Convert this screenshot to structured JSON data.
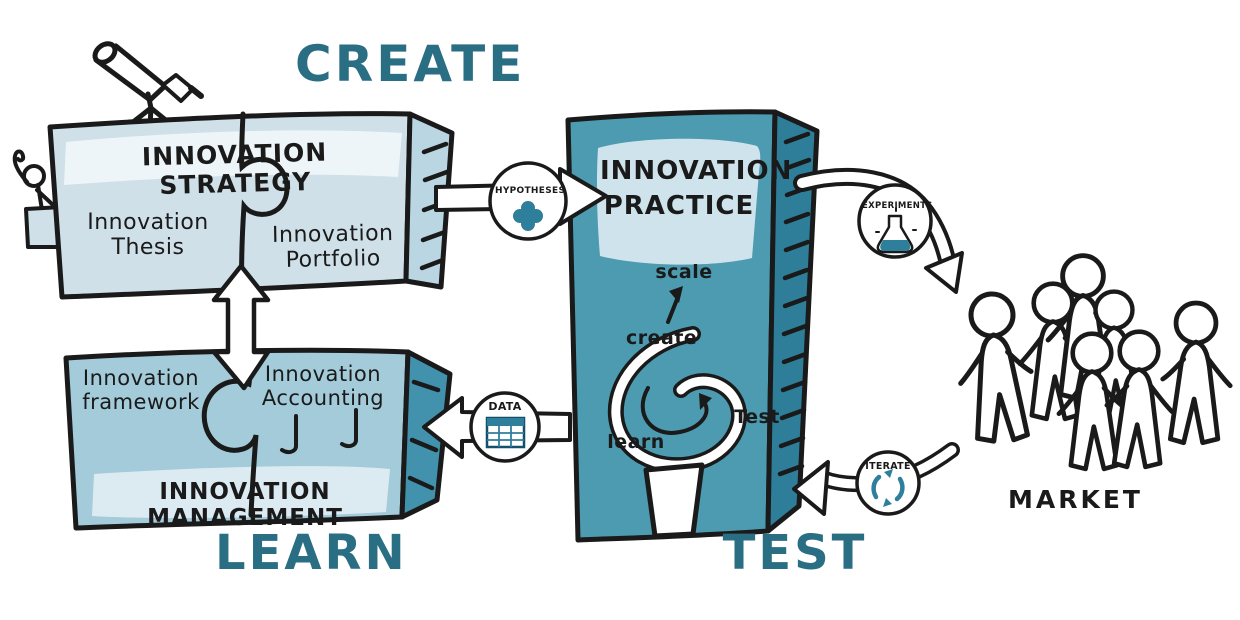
{
  "stages": {
    "create": "CREATE",
    "learn": "LEARN",
    "test": "TEST"
  },
  "strategy_box": {
    "title": "INNOVATION STRATEGY",
    "items": [
      "Innovation Thesis",
      "Innovation Portfolio"
    ]
  },
  "management_box": {
    "title": "INNOVATION MANAGEMENT",
    "items": [
      "Innovation framework",
      "Innovation Accounting"
    ]
  },
  "practice_box": {
    "title": "INNOVATION PRACTICE",
    "loop": {
      "top": "scale",
      "left": "create",
      "right": "Test",
      "bottom": "learn"
    }
  },
  "flows": {
    "hypotheses": "HYPOTHESES",
    "experiments": "EXPERIMENTS",
    "iterate": "ITERATE",
    "data": "DATA"
  },
  "market": {
    "label": "MARKET"
  },
  "icons": {
    "strategy": "telescope-icon",
    "hypotheses": "puzzle-blob-icon",
    "experiments": "flask-icon",
    "iterate": "cycle-arrows-icon",
    "data": "spreadsheet-icon",
    "market": "crowd-icon",
    "strategy_link": "puzzle-piece-joint",
    "management_link": "puzzle-piece-joint"
  },
  "colors": {
    "accent_teal": "#2a6e84",
    "strategy_face": "#cfe0e9",
    "strategy_edge": "#b9d6e2",
    "management_face": "#a3cbd9",
    "management_edge": "#4292ae",
    "practice_face": "#4d9bb1",
    "practice_edge": "#2e7e9a",
    "icon_teal": "#2e7f9b",
    "ink": "#1a1a1a"
  }
}
